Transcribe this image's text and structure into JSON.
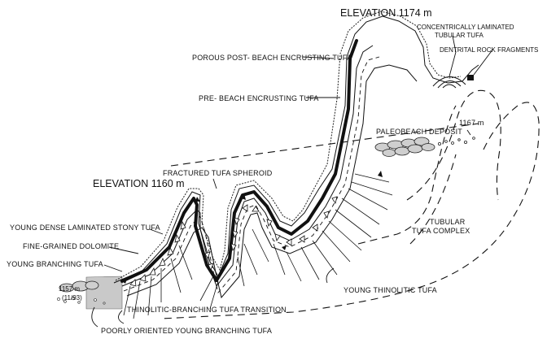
{
  "labels": {
    "elevation_top": "ELEVATION 1174 m",
    "concentric_1": "CONCENTRICALLY LAMINATED",
    "concentric_2": "TUBULAR TUFA",
    "detrital": "DENTRITAL ROCK FRAGMENTS",
    "porous": "POROUS POST- BEACH ENCRUSTING TUFA",
    "pre_beach": "PRE- BEACH ENCRUSTING TUFA",
    "paleobeach": "PALEOBEACH DEPOSIT",
    "elev_1167": "1167 m",
    "fractured": "FRACTURED TUFA SPHEROID",
    "elevation_1160": "ELEVATION 1160 m",
    "young_dense": "YOUNG DENSE LAMINATED STONY TUFA",
    "fine_grained": "FINE-GRAINED DOLOMITE",
    "young_branching": "YOUNG BRANCHING TUFA",
    "elev_1157": "1157 m",
    "date_1157": "(11/93)",
    "tubular_1": "TUBULAR",
    "tubular_2": "TUFA COMPLEX",
    "young_thinolitic": "YOUNG THINOLITIC TUFA",
    "transition": "THINOLITIC-BRANCHING TUFA TRANSITION",
    "poorly_oriented": "POORLY ORIENTED YOUNG BRANCHING TUFA"
  }
}
